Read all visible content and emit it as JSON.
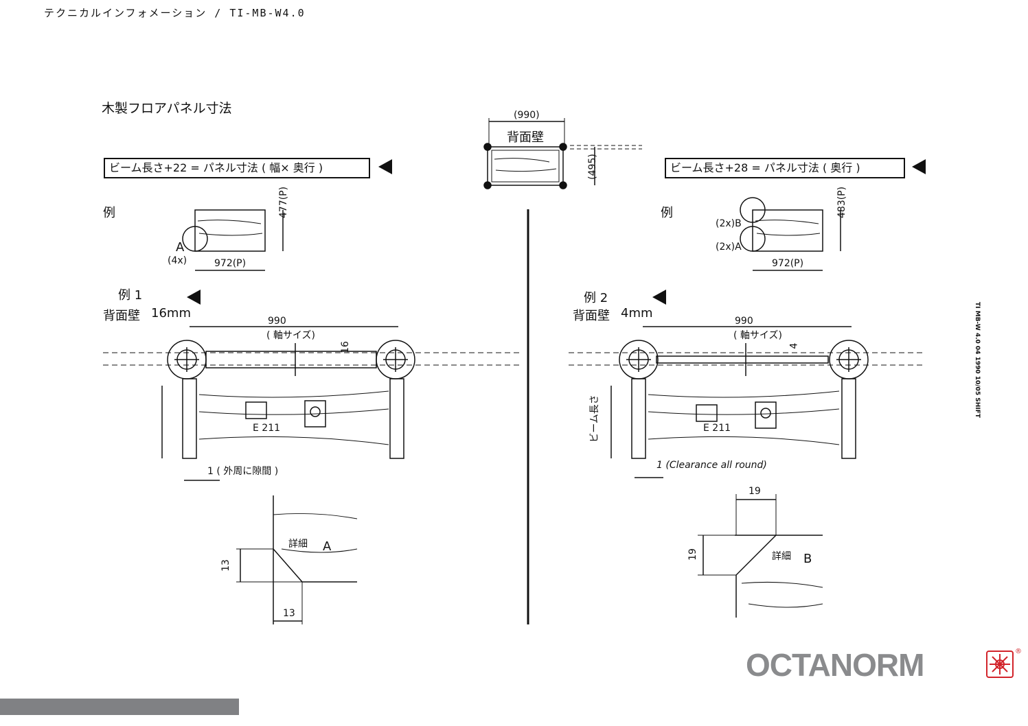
{
  "header": {
    "doc_title": "テクニカルインフォメーション / TI-MB-W4.0"
  },
  "page_title": "木製フロアパネル寸法",
  "top_figure": {
    "width_label": "(990)",
    "wall_label": "背面壁",
    "depth_label": "(495)"
  },
  "left": {
    "formula": "ビーム長さ+22 = パネル寸法 ( 幅× 奥行 )",
    "example_label": "例",
    "panel_width": "972(P)",
    "panel_depth": "477(P)",
    "detail_marker": "A",
    "detail_count": "(4x)",
    "example_title": "例 1",
    "wall_caption": "背面壁",
    "wall_thickness": "16mm",
    "span": "990",
    "span_note": "( 軸サイズ)",
    "dim_16": "16",
    "part_code": "E 211",
    "clearance": "1 ( 外周に隙間 )",
    "detail_name": "詳細",
    "detail_letter": "A",
    "detail_dim_v": "13",
    "detail_dim_h": "13"
  },
  "right": {
    "formula": "ビーム長さ+28 = パネル寸法 ( 奥行 )",
    "example_label": "例",
    "panel_width": "972(P)",
    "panel_depth": "483(P)",
    "marker_b": "(2x)B",
    "marker_a": "(2x)A",
    "example_title": "例 2",
    "wall_caption": "背面壁",
    "wall_thickness": "4mm",
    "span": "990",
    "span_note": "( 軸サイズ)",
    "dim_4": "4",
    "beam_length": "ビーム長さ",
    "part_code": "E 211",
    "clearance": "1 (Clearance all round)",
    "detail_name": "詳細",
    "detail_letter": "B",
    "detail_dim_v": "19",
    "detail_dim_h": "19"
  },
  "side_text": "TI MB-W 4.0 04 1990 10/05 SHIFT",
  "logo": {
    "text": "OCTANORM",
    "mark": "®"
  },
  "colors": {
    "ink": "#111111",
    "logo_grey": "#8a8b8d",
    "logo_red": "#d2232a",
    "footer_bar": "#808184"
  }
}
